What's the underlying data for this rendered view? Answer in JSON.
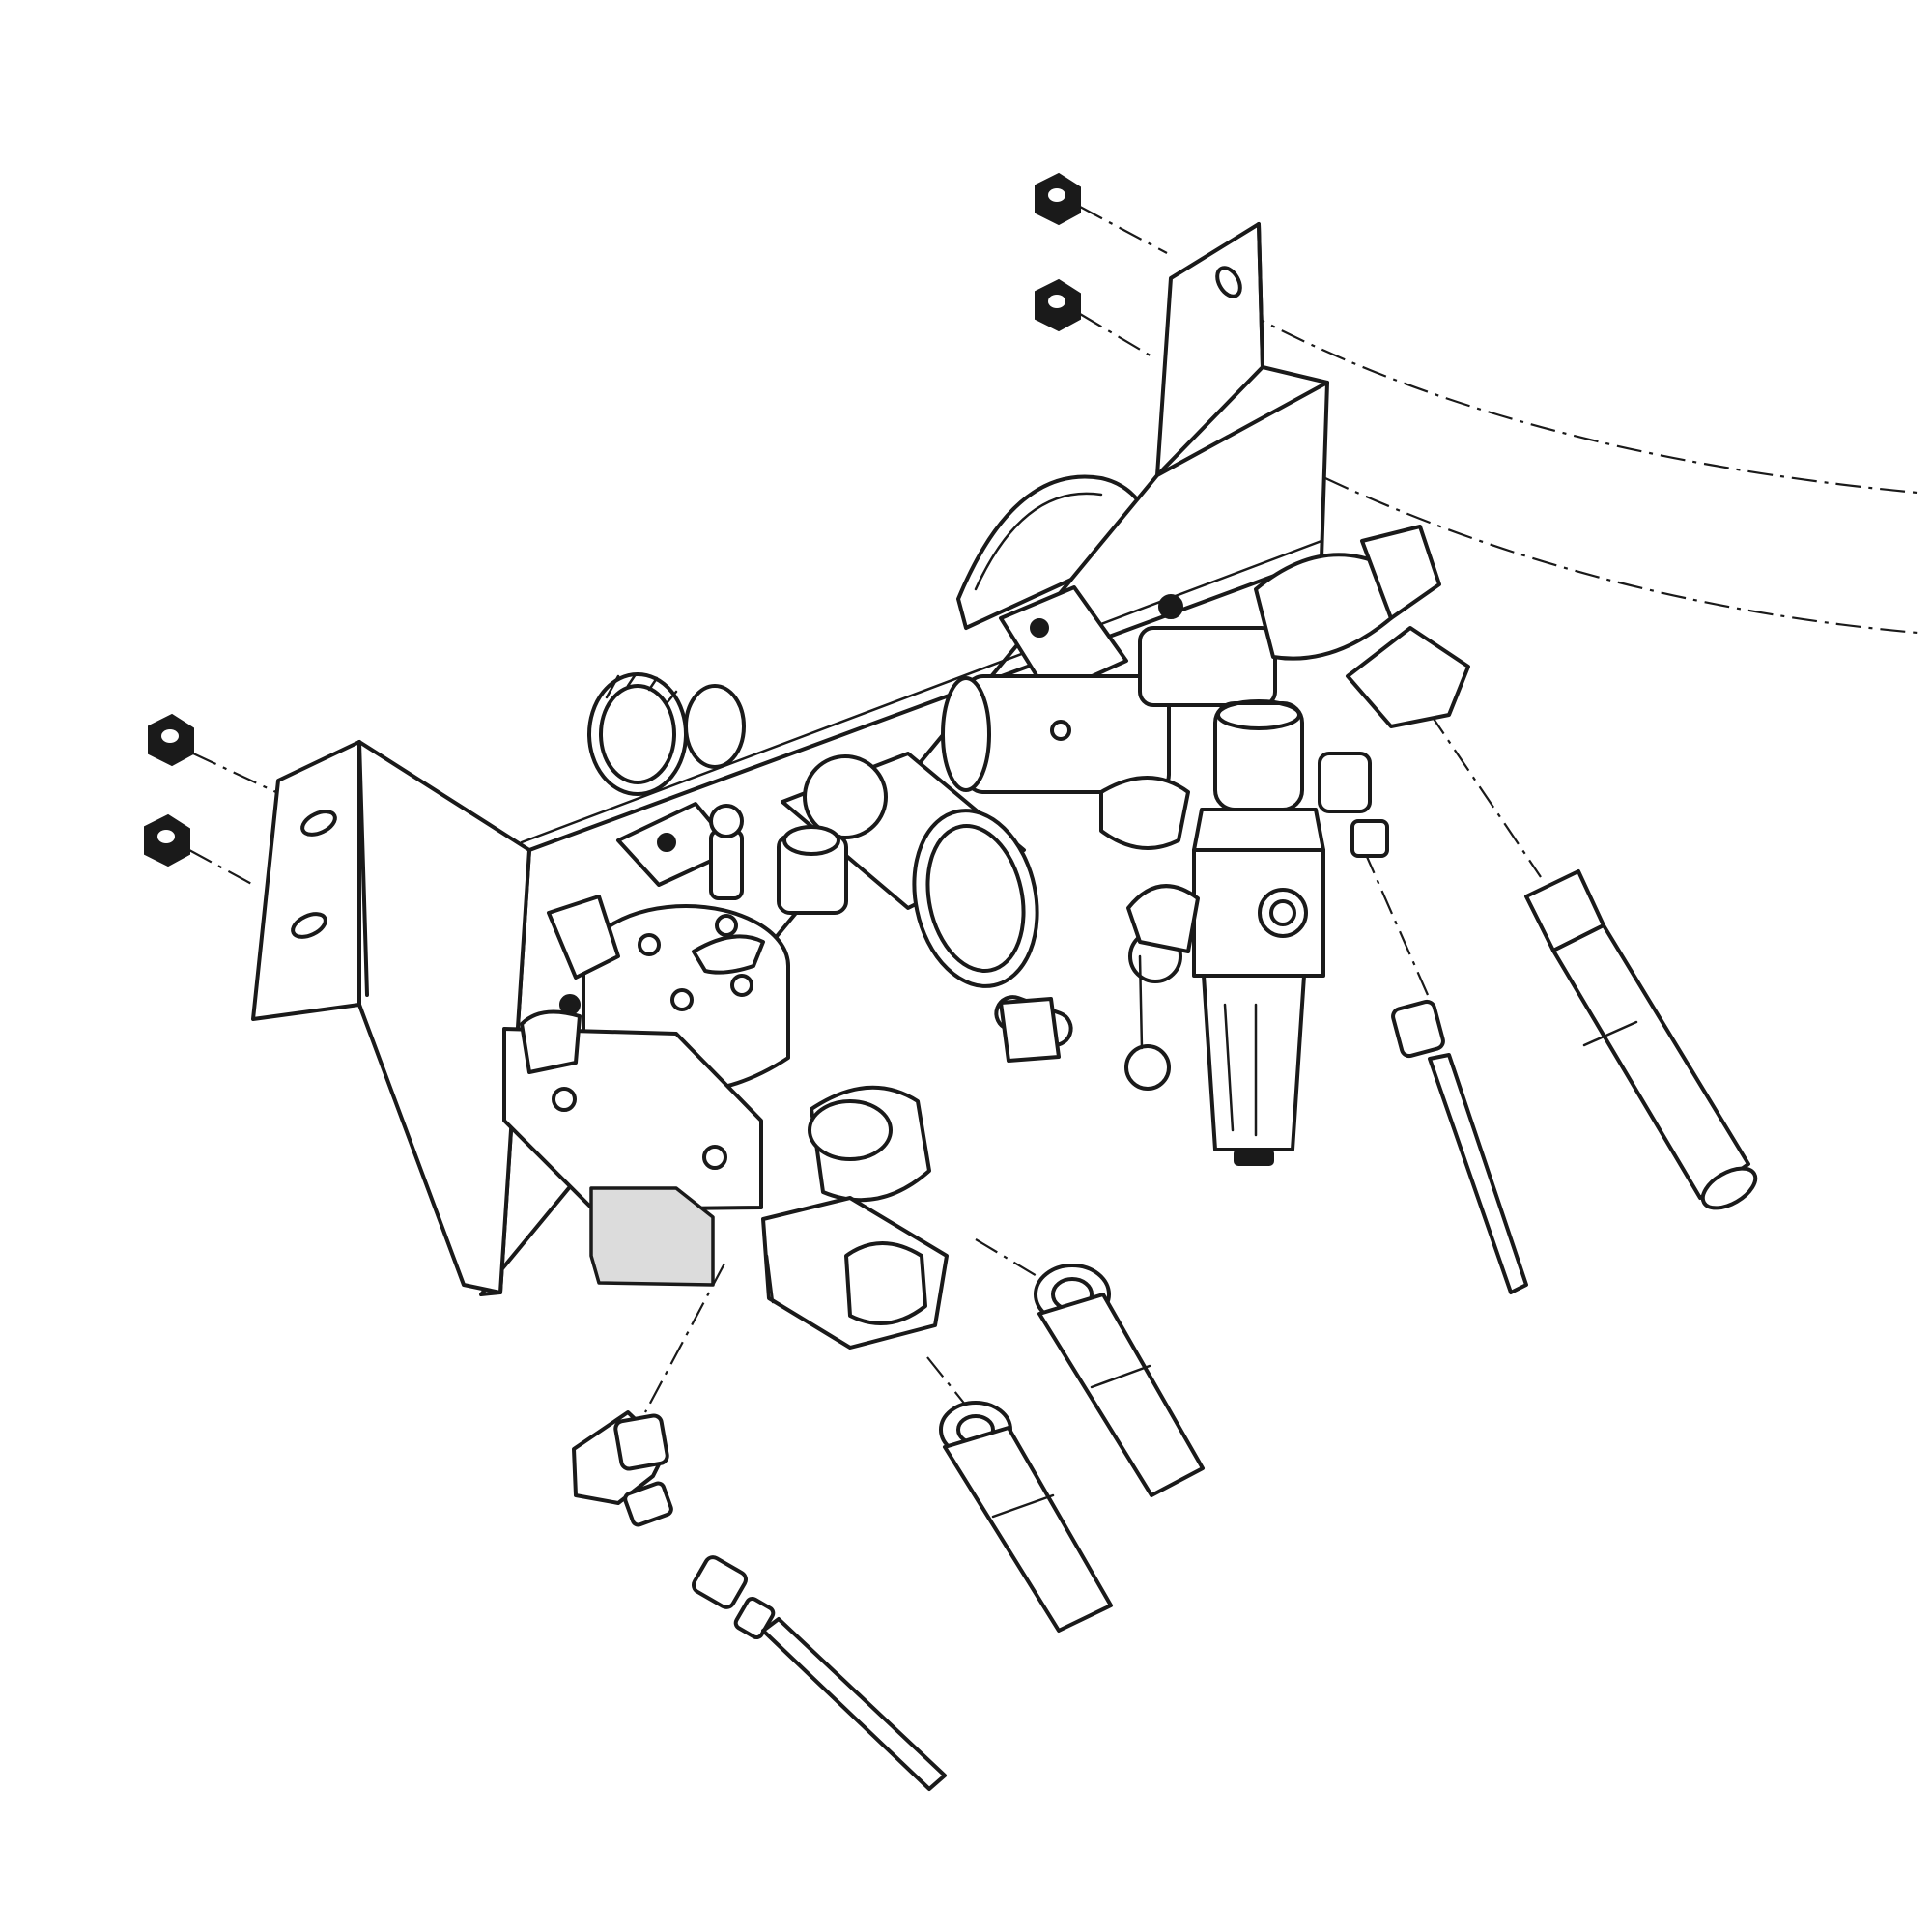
{
  "diagram": {
    "type": "exploded-assembly-line-drawing",
    "background_color": "#ffffff",
    "line_color": "#1a1a1a",
    "components": [
      "mounting-bracket",
      "hex-nut",
      "fluid-regulator-block",
      "air-filter-regulator",
      "pressure-gauge",
      "adjustment-knob",
      "hose-fitting",
      "quick-connect-coupler",
      "swivel-elbow-fitting",
      "tube-fitting"
    ]
  }
}
